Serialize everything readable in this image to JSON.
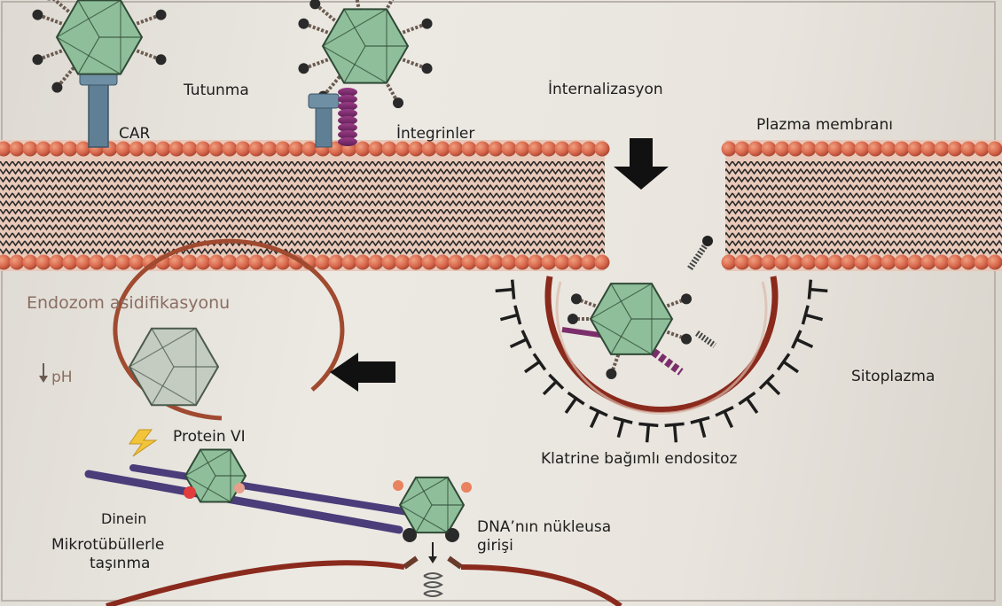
{
  "labels": {
    "attachment": "Tutunma",
    "car": "CAR",
    "internalization": "İnternalizasyon",
    "integrins": "İntegrinler",
    "plasma_membrane": "Plazma membranı",
    "endosome_acidification": "Endozom asidifikasyonu",
    "ph": "pH",
    "cytoplasm": "Sitoplazma",
    "protein_vi": "Protein VI",
    "clathrin_endocytosis": "Klatrine bağımlı endositoz",
    "dynein": "Dinein",
    "microtubule_line1": "Mikrotübüllerle",
    "microtubule_line2": "taşınma",
    "nuclear_entry_line1": "DNA’nın nükleusa",
    "nuclear_entry_line2": "girişi"
  },
  "colors": {
    "capsid": "#8fbf9a",
    "membrane_head": "#d9694e",
    "receptor_car": "#5f7f95",
    "integrin": "#7b2e6b",
    "endosome": "#8a2a1d",
    "arrow": "#111111",
    "microtubule": "#4a3d7a"
  },
  "icons": {
    "ph_down": "down-arrow-icon",
    "lightning": "lightning-bolt-icon"
  }
}
